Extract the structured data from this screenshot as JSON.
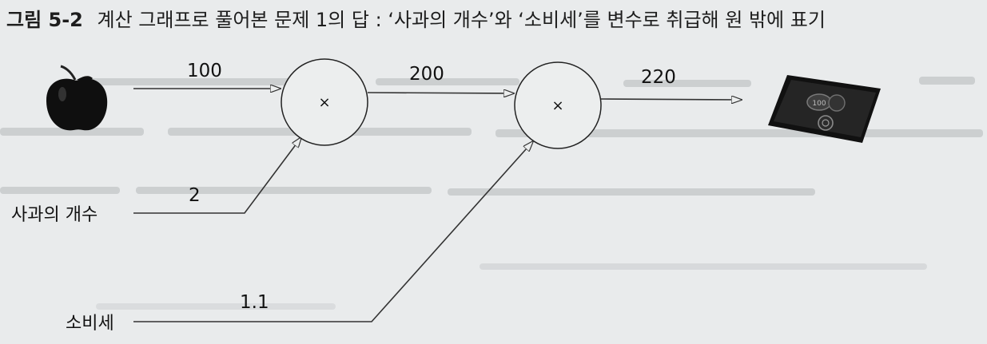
{
  "caption": {
    "figure_number": "그림 5-2",
    "text": "계산 그래프로 풀어본 문제 1의 답 : ‘사과의 개수’와 ‘소비세’를 변수로 취급해 원 밖에 표기"
  },
  "graph": {
    "nodes": [
      {
        "id": "n1",
        "op": "×"
      },
      {
        "id": "n2",
        "op": "×"
      }
    ],
    "inputs": {
      "apple_count_label": "사과의 개수",
      "tax_label": "소비세"
    },
    "edge_values": {
      "apple_price": "100",
      "apple_count": "2",
      "n1_output": "200",
      "tax": "1.1",
      "n2_output": "220"
    },
    "icons": [
      "apple-icon",
      "wallet-icon"
    ]
  }
}
